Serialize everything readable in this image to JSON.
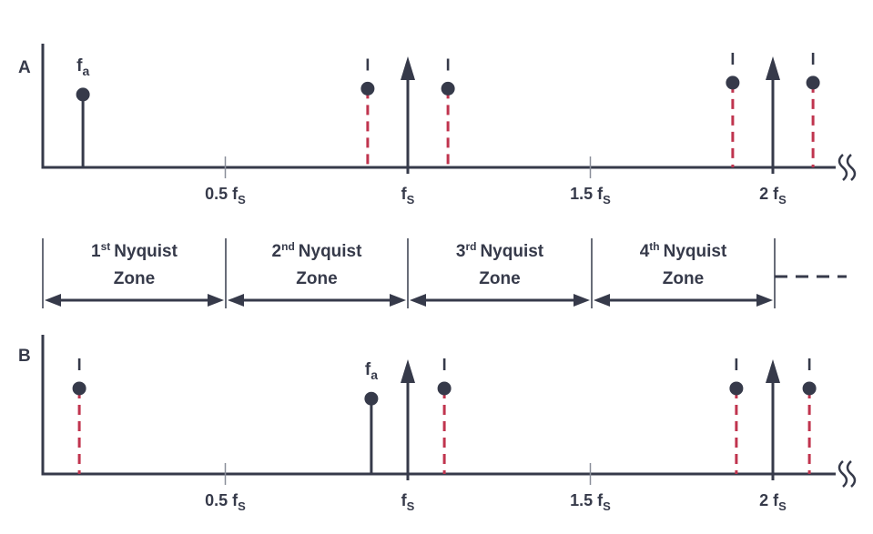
{
  "colors": {
    "ink": "#363a4a",
    "image": "#c0344e",
    "tick": "#8a8e99"
  },
  "panels": [
    {
      "label": "A",
      "signal": {
        "name": "f",
        "sub": "a",
        "freq_fs": 0.11,
        "amp": 0.86
      },
      "images": [
        {
          "freq_fs": 0.89,
          "amp": 0.93,
          "mark": "I"
        },
        {
          "freq_fs": 1.11,
          "amp": 0.93,
          "mark": "I"
        },
        {
          "freq_fs": 1.89,
          "amp": 1.0,
          "mark": "I"
        },
        {
          "freq_fs": 2.11,
          "amp": 1.0,
          "mark": "I"
        }
      ],
      "carriers": [
        1,
        2
      ],
      "ticks": [
        {
          "freq_fs": 0.5,
          "label": "0.5 f",
          "sub": "S"
        },
        {
          "freq_fs": 1,
          "label": "f",
          "sub": "S"
        },
        {
          "freq_fs": 1.5,
          "label": "1.5 f",
          "sub": "S"
        },
        {
          "freq_fs": 2,
          "label": "2 f",
          "sub": "S"
        }
      ]
    },
    {
      "label": "B",
      "signal": {
        "name": "f",
        "sub": "a",
        "freq_fs": 0.9,
        "amp": 0.88
      },
      "images": [
        {
          "freq_fs": 0.1,
          "amp": 1.0,
          "mark": "I"
        },
        {
          "freq_fs": 1.1,
          "amp": 1.0,
          "mark": "I"
        },
        {
          "freq_fs": 1.9,
          "amp": 1.0,
          "mark": "I"
        },
        {
          "freq_fs": 2.1,
          "amp": 1.0,
          "mark": "I"
        }
      ],
      "carriers": [
        1,
        2
      ],
      "ticks": [
        {
          "freq_fs": 0.5,
          "label": "0.5 f",
          "sub": "S"
        },
        {
          "freq_fs": 1,
          "label": "f",
          "sub": "S"
        },
        {
          "freq_fs": 1.5,
          "label": "1.5 f",
          "sub": "S"
        },
        {
          "freq_fs": 2,
          "label": "2 f",
          "sub": "S"
        }
      ]
    }
  ],
  "zones": [
    {
      "num": "1",
      "sup": "st",
      "line1": "Nyquist",
      "line2": "Zone"
    },
    {
      "num": "2",
      "sup": "nd",
      "line1": "Nyquist",
      "line2": "Zone"
    },
    {
      "num": "3",
      "sup": "rd",
      "line1": "Nyquist",
      "line2": "Zone"
    },
    {
      "num": "4",
      "sup": "th",
      "line1": "Nyquist",
      "line2": "Zone"
    }
  ]
}
